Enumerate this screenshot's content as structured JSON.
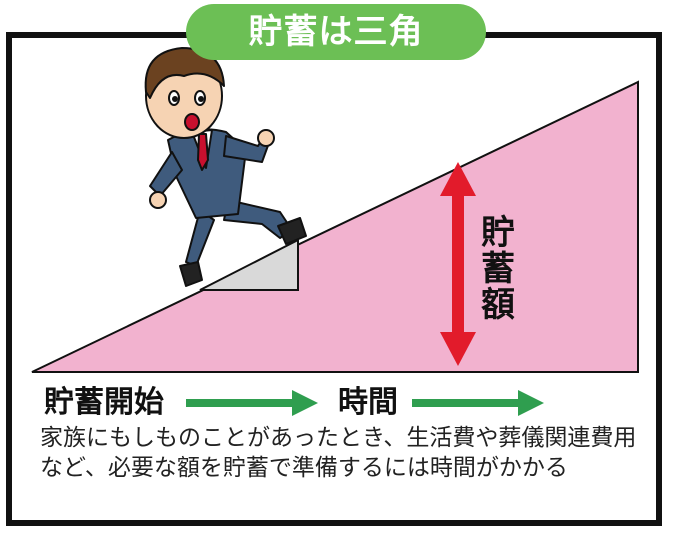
{
  "title": "貯蓄は三角",
  "vertical_label": "貯蓄額",
  "start_label": "貯蓄開始",
  "time_label": "時間",
  "description": "家族にもしものことがあったとき、生活費や葬儀関連費用など、必要な額を貯蓄で準備するには時間がかかる",
  "colors": {
    "triangle": "#f2b2cf",
    "title_bg": "#6cbf55",
    "arrow_green": "#2f9e4f",
    "arrow_red": "#e21b2b",
    "step": "#d9d9d9",
    "suit": "#3f5b7d"
  },
  "icons": [
    "businessman-illustration",
    "double-arrow-icon",
    "right-arrow-icon"
  ]
}
